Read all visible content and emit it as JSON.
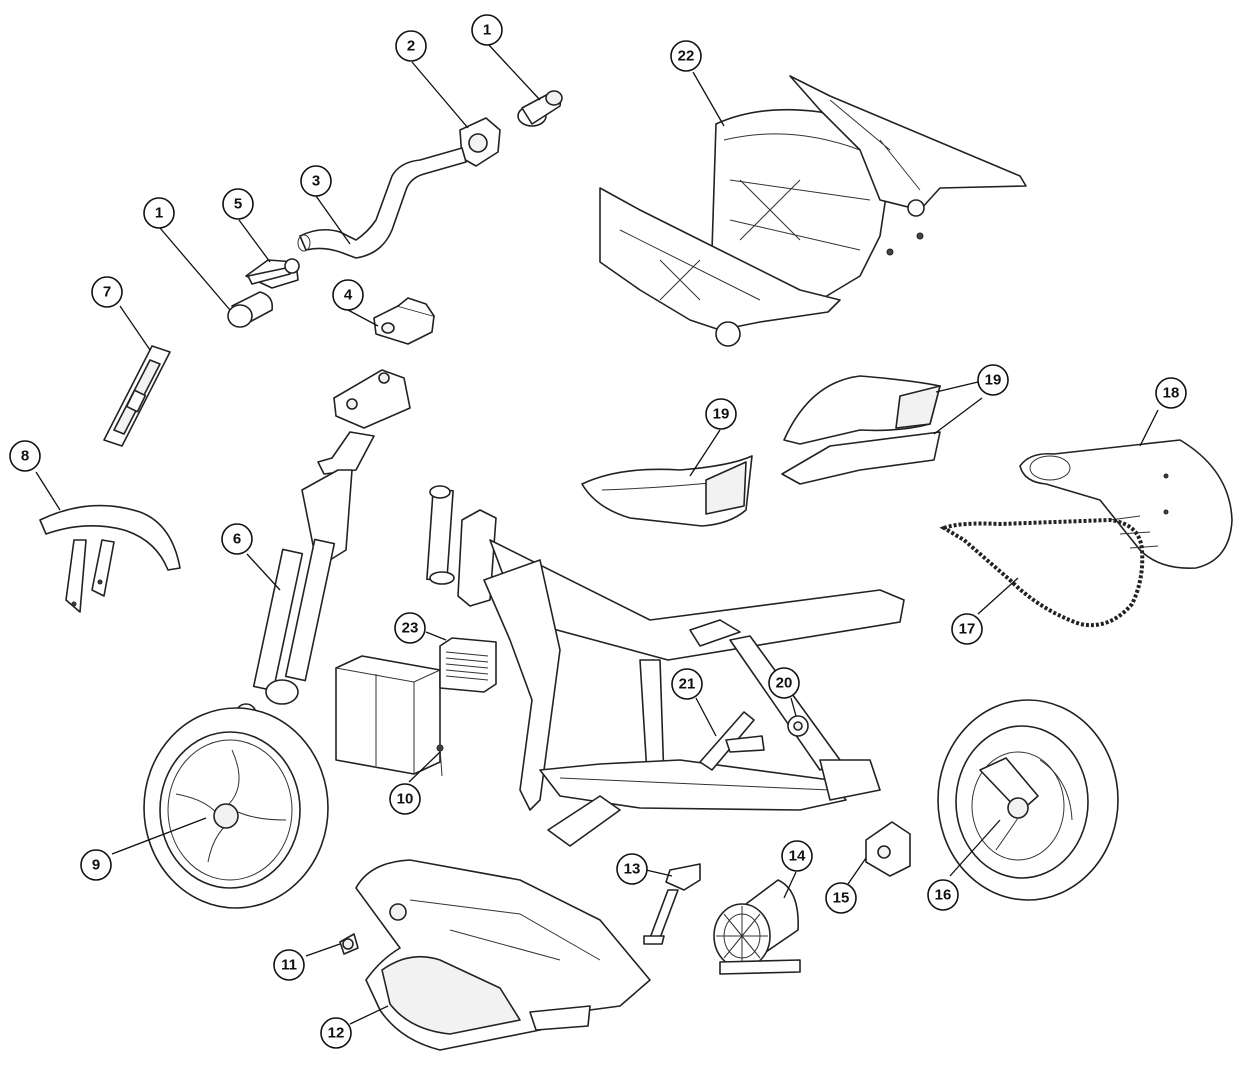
{
  "callouts": [
    {
      "id": "c1a",
      "label": "1"
    },
    {
      "id": "c1b",
      "label": "1"
    },
    {
      "id": "c2",
      "label": "2"
    },
    {
      "id": "c3",
      "label": "3"
    },
    {
      "id": "c4",
      "label": "4"
    },
    {
      "id": "c5",
      "label": "5"
    },
    {
      "id": "c6",
      "label": "6"
    },
    {
      "id": "c7",
      "label": "7"
    },
    {
      "id": "c8",
      "label": "8"
    },
    {
      "id": "c9",
      "label": "9"
    },
    {
      "id": "c10",
      "label": "10"
    },
    {
      "id": "c11",
      "label": "11"
    },
    {
      "id": "c12",
      "label": "12"
    },
    {
      "id": "c13",
      "label": "13"
    },
    {
      "id": "c14",
      "label": "14"
    },
    {
      "id": "c15",
      "label": "15"
    },
    {
      "id": "c16",
      "label": "16"
    },
    {
      "id": "c17",
      "label": "17"
    },
    {
      "id": "c18",
      "label": "18"
    },
    {
      "id": "c19a",
      "label": "19"
    },
    {
      "id": "c19b",
      "label": "19"
    },
    {
      "id": "c20",
      "label": "20"
    },
    {
      "id": "c21",
      "label": "21"
    },
    {
      "id": "c22",
      "label": "22"
    },
    {
      "id": "c23",
      "label": "23"
    }
  ]
}
